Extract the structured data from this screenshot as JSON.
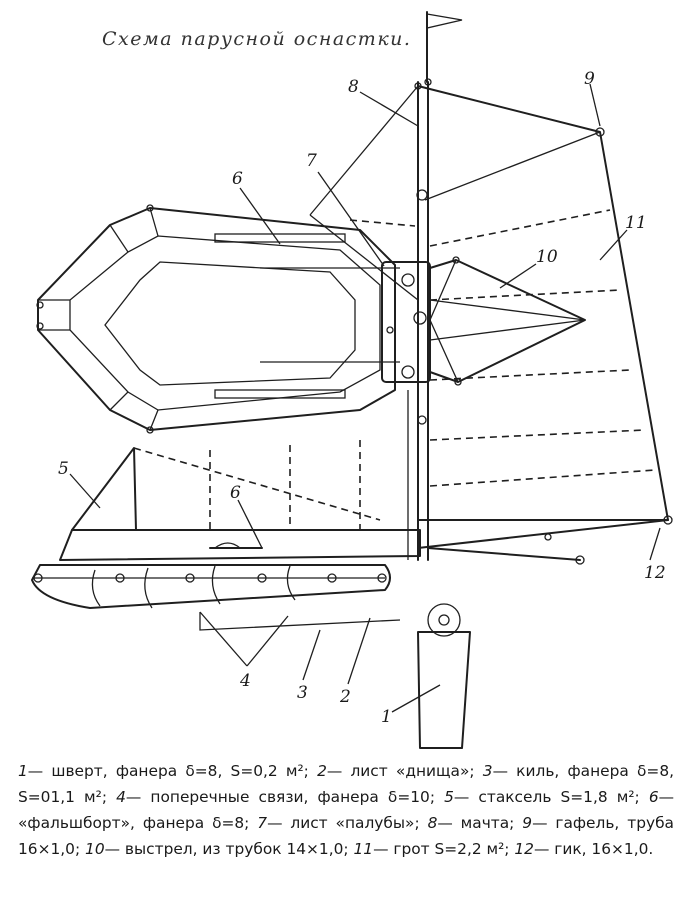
{
  "title": "Схема парусной оснастки.",
  "labels": [
    "1",
    "2",
    "3",
    "4",
    "5",
    "6",
    "6",
    "7",
    "8",
    "9",
    "10",
    "11",
    "12"
  ],
  "caption": [
    {
      "n": "1",
      "t": "— шверт, фанера δ=8, S=0,2 м²; "
    },
    {
      "n": "2",
      "t": "— лист «днища»; "
    },
    {
      "n": "3",
      "t": "— киль, фанера δ=8, S=01,1 м²; "
    },
    {
      "n": "4",
      "t": "— поперечные связи, фанера δ=10; "
    },
    {
      "n": "5",
      "t": "— стаксель S=1,8 м²; "
    },
    {
      "n": "6",
      "t": "— «фальшборт», фанера δ=8; "
    },
    {
      "n": "7",
      "t": "— лист «палубы»; "
    },
    {
      "n": "8",
      "t": "— мачта; "
    },
    {
      "n": "9",
      "t": "— гафель, труба 16×1,0; "
    },
    {
      "n": "10",
      "t": "— выстрел, из трубок 14×1,0; "
    },
    {
      "n": "11",
      "t": "— грот S=2,2 м²; "
    },
    {
      "n": "12",
      "t": "— гик, 16×1,0."
    }
  ]
}
